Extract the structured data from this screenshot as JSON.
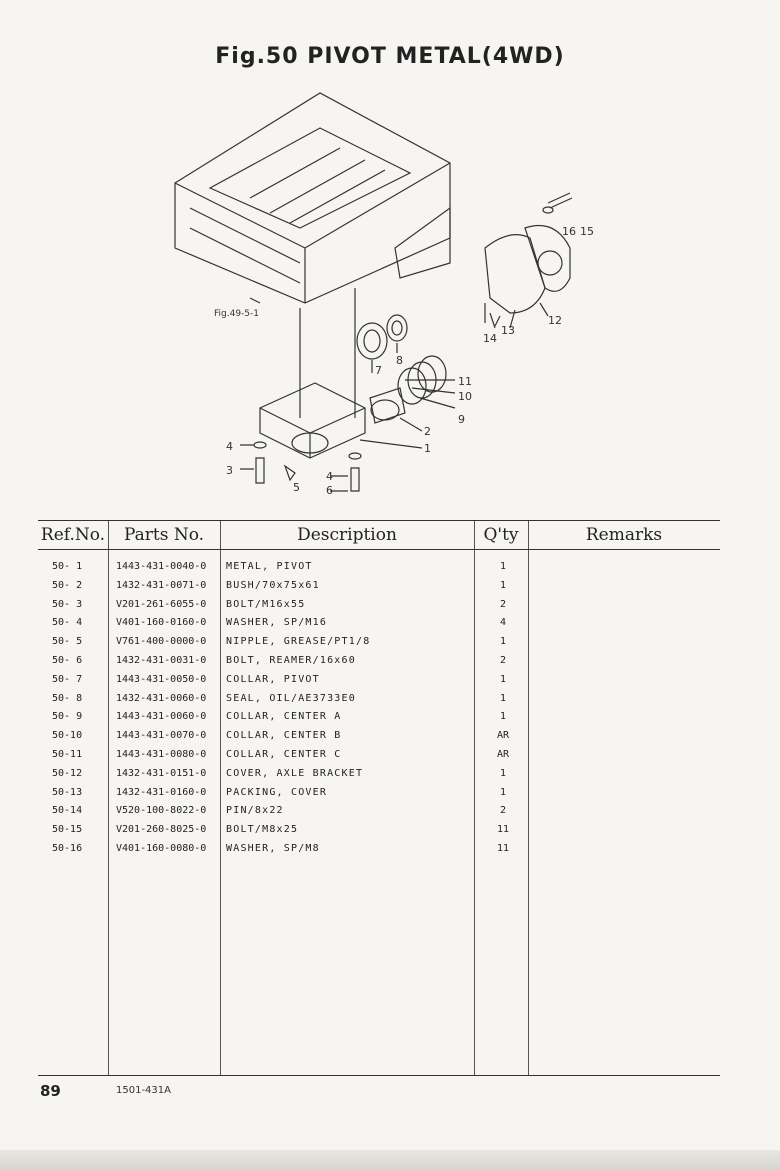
{
  "title": "Fig.50  PIVOT METAL(4WD)",
  "diagram": {
    "callouts": [
      "1",
      "2",
      "3",
      "4",
      "4",
      "5",
      "6",
      "7",
      "8",
      "9",
      "10",
      "11",
      "12",
      "13",
      "14",
      "16",
      "15"
    ],
    "reference": "Fig.49-5-1"
  },
  "table": {
    "headers": {
      "ref": "Ref.No.",
      "part": "Parts No.",
      "desc": "Description",
      "qty": "Q'ty",
      "remarks": "Remarks"
    },
    "rows": [
      {
        "ref": "50- 1",
        "part": "1443-431-0040-0",
        "desc": "METAL, PIVOT",
        "qty": "1"
      },
      {
        "ref": "50- 2",
        "part": "1432-431-0071-0",
        "desc": "BUSH/70x75x61",
        "qty": "1"
      },
      {
        "ref": "50- 3",
        "part": "V201-261-6055-0",
        "desc": "BOLT/M16x55",
        "qty": "2"
      },
      {
        "ref": "50- 4",
        "part": "V401-160-0160-0",
        "desc": "WASHER, SP/M16",
        "qty": "4"
      },
      {
        "ref": "50- 5",
        "part": "V761-400-0000-0",
        "desc": "NIPPLE, GREASE/PT1/8",
        "qty": "1"
      },
      {
        "ref": "50- 6",
        "part": "1432-431-0031-0",
        "desc": "BOLT, REAMER/16x60",
        "qty": "2"
      },
      {
        "ref": "50- 7",
        "part": "1443-431-0050-0",
        "desc": "COLLAR, PIVOT",
        "qty": "1"
      },
      {
        "ref": "50- 8",
        "part": "1432-431-0060-0",
        "desc": "SEAL, OIL/AE3733E0",
        "qty": "1"
      },
      {
        "ref": "50- 9",
        "part": "1443-431-0060-0",
        "desc": "COLLAR, CENTER A",
        "qty": "1"
      },
      {
        "ref": "50-10",
        "part": "1443-431-0070-0",
        "desc": "COLLAR, CENTER B",
        "qty": "AR"
      },
      {
        "ref": "50-11",
        "part": "1443-431-0080-0",
        "desc": "COLLAR, CENTER C",
        "qty": "AR"
      },
      {
        "ref": "50-12",
        "part": "1432-431-0151-0",
        "desc": "COVER, AXLE BRACKET",
        "qty": "1"
      },
      {
        "ref": "50-13",
        "part": "1432-431-0160-0",
        "desc": "PACKING, COVER",
        "qty": "1"
      },
      {
        "ref": "50-14",
        "part": "V520-100-8022-0",
        "desc": "PIN/8x22",
        "qty": "2"
      },
      {
        "ref": "50-15",
        "part": "V201-260-8025-0",
        "desc": "BOLT/M8x25",
        "qty": "11"
      },
      {
        "ref": "50-16",
        "part": "V401-160-0080-0",
        "desc": "WASHER, SP/M8",
        "qty": "11"
      }
    ]
  },
  "footer": {
    "page": "89",
    "code": "1501-431A"
  }
}
